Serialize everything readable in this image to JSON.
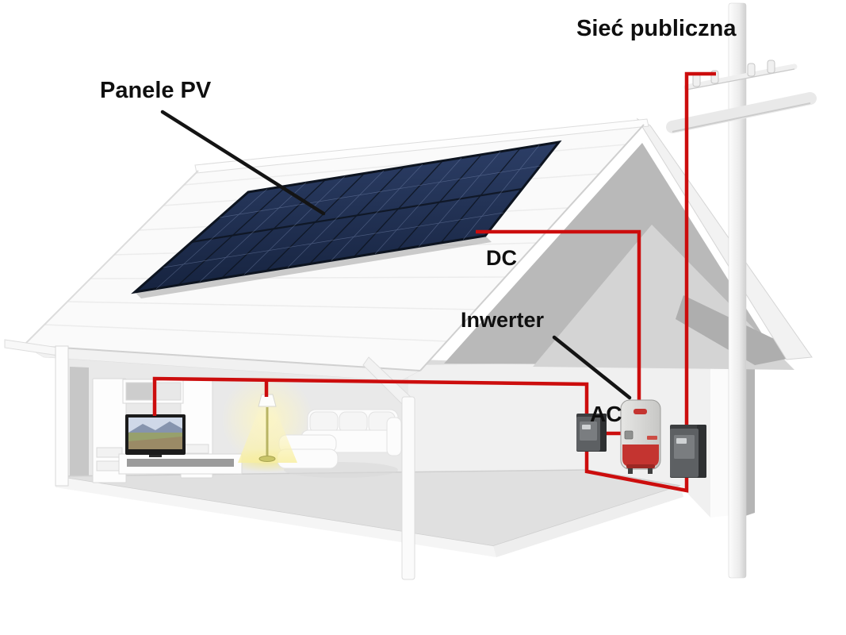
{
  "diagram": {
    "labels": {
      "public_grid": "Sieć publiczna",
      "pv_panels": "Panele PV",
      "dc": "DC",
      "inverter": "Inwerter",
      "ac": "AC"
    },
    "colors": {
      "wire": "#cc0d0d",
      "annotation_line": "#141414",
      "panel_navy": "#22345a",
      "text": "#0f0f0f"
    }
  }
}
